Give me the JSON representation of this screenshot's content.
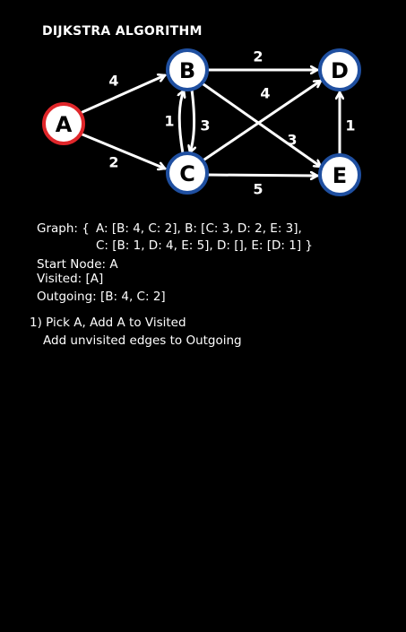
{
  "title": "DIJKSTRA ALGORITHM",
  "colors": {
    "background": "#000000",
    "node_fill": "#ffffff",
    "node_border": "#1f4fa0",
    "start_border": "#e0262a",
    "edge": "#ffffff",
    "text": "#ffffff"
  },
  "nodes": [
    {
      "id": "A",
      "label": "A",
      "start": true
    },
    {
      "id": "B",
      "label": "B",
      "start": false
    },
    {
      "id": "C",
      "label": "C",
      "start": false
    },
    {
      "id": "D",
      "label": "D",
      "start": false
    },
    {
      "id": "E",
      "label": "E",
      "start": false
    }
  ],
  "edges": [
    {
      "from": "A",
      "to": "B",
      "weight": "4"
    },
    {
      "from": "A",
      "to": "C",
      "weight": "2"
    },
    {
      "from": "B",
      "to": "C",
      "weight": "3"
    },
    {
      "from": "C",
      "to": "B",
      "weight": "1"
    },
    {
      "from": "B",
      "to": "D",
      "weight": "2"
    },
    {
      "from": "B",
      "to": "E",
      "weight": "3"
    },
    {
      "from": "C",
      "to": "D",
      "weight": "4"
    },
    {
      "from": "C",
      "to": "E",
      "weight": "5"
    },
    {
      "from": "E",
      "to": "D",
      "weight": "1"
    }
  ],
  "info": {
    "graph_prefix": "Graph: {",
    "graph_line1": "A: [B: 4, C: 2], B: [C: 3, D: 2, E: 3],",
    "graph_line2": "C: [B: 1, D: 4, E: 5], D: [], E: [D: 1]  }",
    "start_node": "Start Node: A",
    "visited": "Visited: [A]",
    "outgoing": "Outgoing: [B: 4, C: 2]"
  },
  "step": {
    "line1": "1) Pick A, Add A to Visited",
    "line2": "Add unvisited edges to Outgoing"
  }
}
